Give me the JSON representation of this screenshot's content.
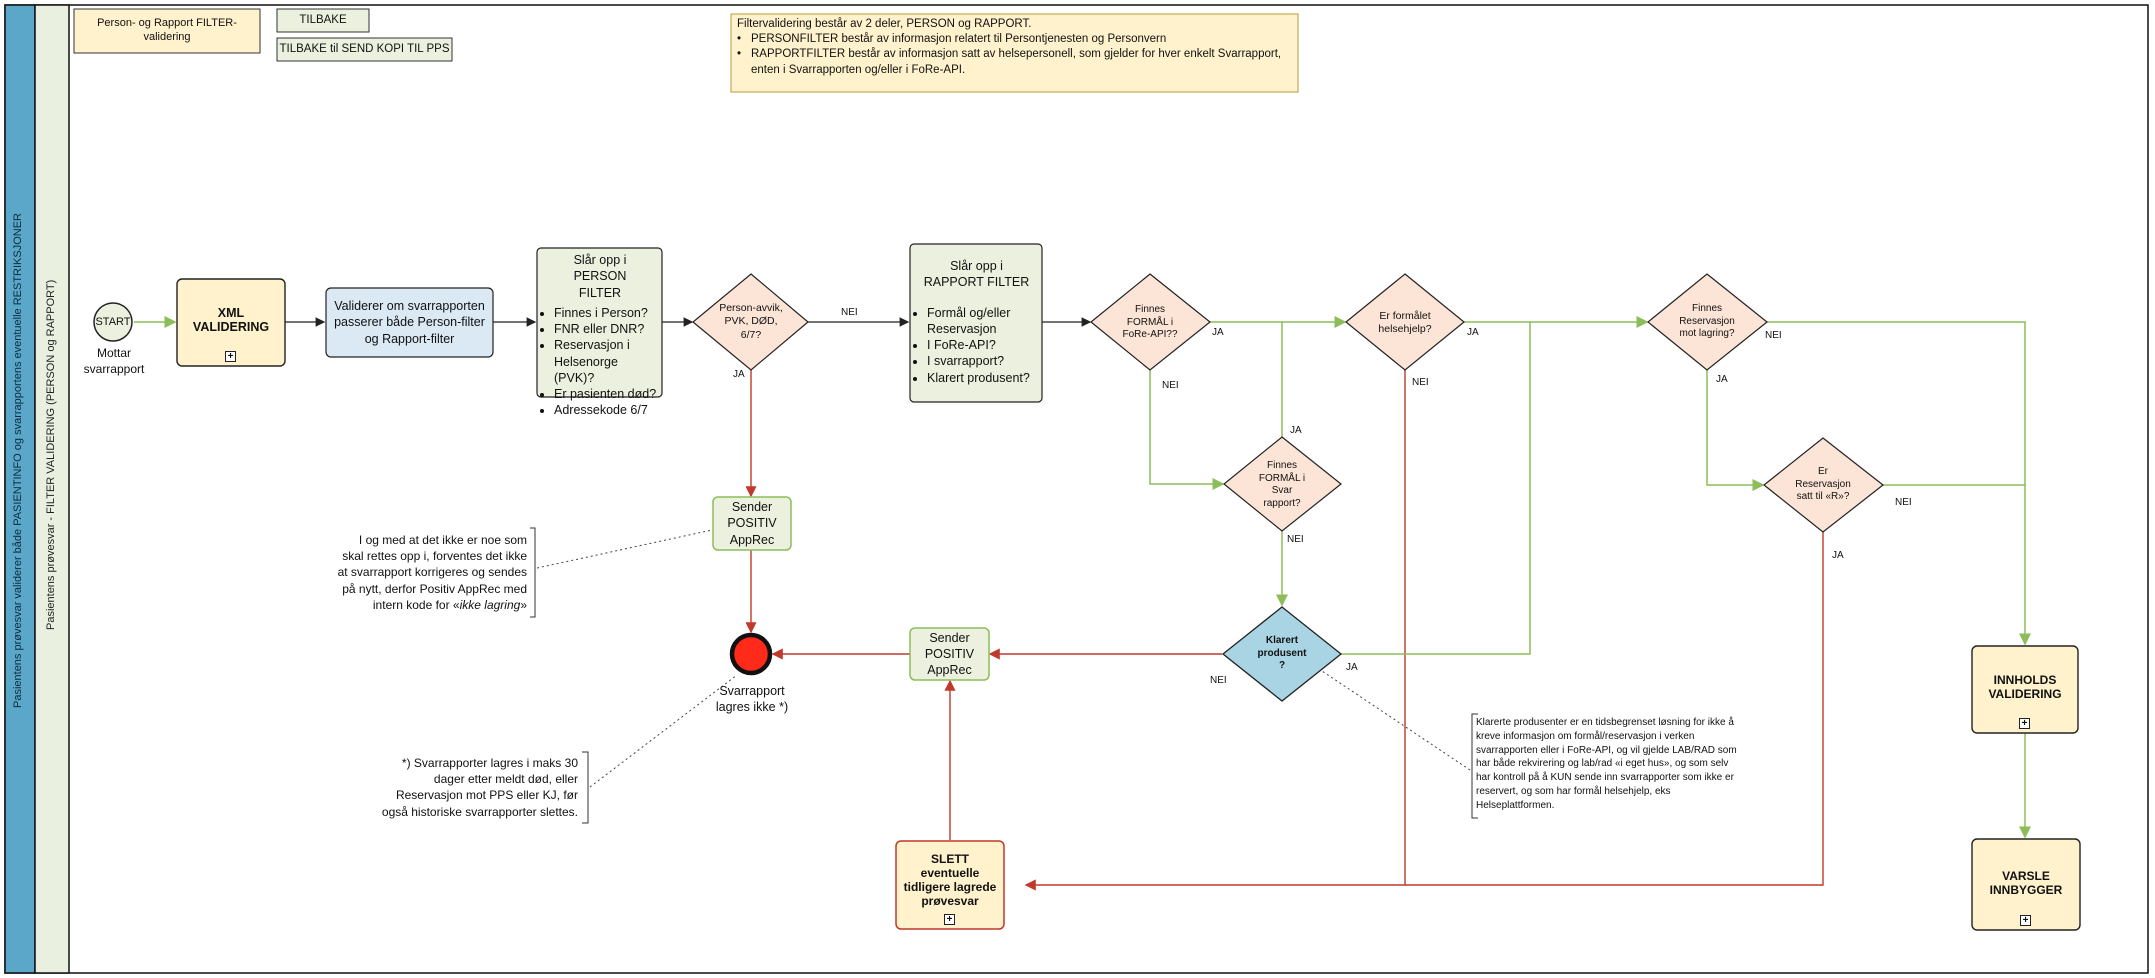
{
  "lanes": {
    "outer_label": "Pasientens prøvesvar validerer både PASIENTINFO og svarrapportens eventuelle RESTRIKSJONER",
    "inner_label": "Pasientens prøvesvar - FILTER VALIDERING (PERSON og RAPPORT)"
  },
  "header": {
    "title_box": "Person- og Rapport FILTER-validering",
    "back_button": "TILBAKE",
    "back_send_button": "TILBAKE til SEND KOPI TIL PPS"
  },
  "info_box": {
    "title": "Filtervalidering består av 2 deler, PERSON og RAPPORT.",
    "bullet_1": "PERSONFILTER består av informasjon relatert til Persontjenesten og Personvern",
    "bullet_2": "RAPPORTFILTER består av informasjon satt av helsepersonell, som gjelder for hver enkelt Svarrapport, enten i Svarrapporten og/eller i FoRe-API."
  },
  "nodes": {
    "start": "START",
    "start_caption": "Mottar svarrapport",
    "xml": "XML VALIDERING",
    "validate": "Validerer om svarrapporten passerer både Person-filter og Rapport-filter",
    "person_filter": {
      "title": "Slår opp i PERSON FILTER",
      "items": [
        "Finnes i Person?",
        "FNR eller DNR?",
        "Reservasjon i Helsenorge (PVK)?",
        "Er pasienten død?",
        "Adressekode 6/7"
      ]
    },
    "d_person": "Person-avvik, PVK, DØD, 6/7?",
    "report_filter": {
      "title": "Slår opp i RAPPORT FILTER",
      "items": [
        "Formål og/eller Reservasjon",
        "I FoRe-API?",
        "I svarrapport?",
        "Klarert produsent?"
      ]
    },
    "d_formal_api": "Finnes FORMÅL i FoRe-API??",
    "d_helsehjelp": "Er formålet helsehjelp?",
    "d_reservasjon": "Finnes Reservasjon mot lagring?",
    "d_formal_svar": "Finnes FORMÅL i Svar rapport?",
    "d_satt_r": "Er Reservasjon satt til «R»?",
    "d_klarert": "Klarert produsent ?",
    "send1": "Sender POSITIV AppRec",
    "send2": "Sender POSITIV AppRec",
    "end_caption": "Svarrapport lagres ikke *)",
    "slett": "SLETT eventuelle tidligere lagrede prøvesvar",
    "innhold": "INNHOLDS VALIDERING",
    "varsle": "VARSLE INNBYGGER"
  },
  "edge_labels": {
    "nei_person": "NEI",
    "ja_person": "JA",
    "ja_formal_api": "JA",
    "nei_formal_api": "NEI",
    "ja_helsehjelp": "JA",
    "nei_helsehjelp": "NEI",
    "nei_reservasjon": "NEI",
    "ja_reservasjon": "JA",
    "ja_formal_svar": "JA",
    "nei_formal_svar": "NEI",
    "nei_satt_r": "NEI",
    "ja_satt_r": "JA",
    "nei_klarert": "NEI",
    "ja_klarert": "JA"
  },
  "notes": {
    "ikke_lagring_main": "I og med at det ikke er noe som skal rettes opp i, forventes det ikke at svarrapport korrigeres og sendes på nytt, derfor Positiv AppRec med intern kode for «",
    "ikke_lagring_em": "ikke lagring",
    "ikke_lagring_end": "»",
    "lagres": "*) Svarrapporter lagres i maks 30 dager etter meldt død, eller Reservasjon mot PPS eller KJ, før også historiske svarrapporter slettes.",
    "klarert": "Klarerte produsenter er en tidsbegrenset løsning for ikke å kreve informasjon om formål/reservasjon i verken svarrapporten eller i FoRe-API, og vil gjelde LAB/RAD som har både rekvirering og lab/rad «i eget hus», og som selv har kontroll på å KUN sende inn svarrapporter som ikke er reservert, og som har formål helsehjelp, eks Helseplattformen."
  },
  "colors": {
    "lane_outer": "#5aa7c9",
    "lane_inner": "#e9f0df",
    "green_line": "#8cbd5a",
    "red_line": "#c0392b",
    "diamond_fill": "#fce4d6",
    "klarert_fill": "#a9d4e4",
    "validate_fill": "#dbe9f4",
    "filter_fill": "#ebf1de",
    "yellow_fill": "#fff2cc",
    "end_fill": "#ff2a1a"
  }
}
